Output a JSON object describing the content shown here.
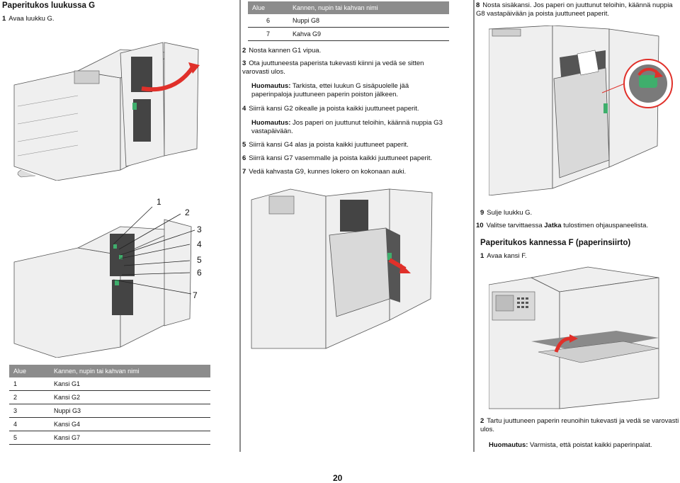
{
  "left": {
    "heading": "Paperitukos luukussa G",
    "step1": {
      "num": "1",
      "text": "Avaa luukku G."
    },
    "callouts": [
      "1",
      "2",
      "3",
      "4",
      "5",
      "6",
      "7"
    ],
    "table": {
      "headers": [
        "Alue",
        "Kannen, nupin tai kahvan nimi"
      ],
      "rows": [
        [
          "1",
          "Kansi G1"
        ],
        [
          "2",
          "Kansi G2"
        ],
        [
          "3",
          "Nuppi G3"
        ],
        [
          "4",
          "Kansi G4"
        ],
        [
          "5",
          "Kansi G7"
        ]
      ]
    }
  },
  "middle": {
    "table": {
      "headers": [
        "Alue",
        "Kannen, nupin tai kahvan nimi"
      ],
      "rows": [
        [
          "6",
          "Nuppi G8"
        ],
        [
          "7",
          "Kahva G9"
        ]
      ]
    },
    "step2": {
      "num": "2",
      "text": "Nosta kannen G1 vipua."
    },
    "step3": {
      "num": "3",
      "text": "Ota juuttuneesta paperista tukevasti kiinni ja vedä se sitten varovasti ulos."
    },
    "note1": {
      "label": "Huomautus:",
      "text": " Tarkista, ettei luukun G sisäpuolelle jää paperinpaloja juuttuneen paperin poiston jälkeen."
    },
    "step4": {
      "num": "4",
      "text": "Siirrä kansi G2 oikealle ja poista kaikki juuttuneet paperit."
    },
    "note2": {
      "label": "Huomautus:",
      "text": " Jos paperi on juuttunut teloihin, käännä nuppia G3 vastapäivään."
    },
    "step5": {
      "num": "5",
      "text": "Siirrä kansi G4 alas ja poista kaikki juuttuneet paperit."
    },
    "step6": {
      "num": "6",
      "text": "Siirrä kansi G7 vasemmalle ja poista kaikki juuttuneet paperit."
    },
    "step7": {
      "num": "7",
      "text": "Vedä kahvasta G9, kunnes lokero on kokonaan auki."
    }
  },
  "right": {
    "step8": {
      "num": "8",
      "text": "Nosta sisäkansi. Jos paperi on juuttunut teloihin, käännä nuppia G8 vastapäivään ja poista juuttuneet paperit."
    },
    "step9": {
      "num": "9",
      "text": "Sulje luukku G."
    },
    "step10": {
      "num": "10",
      "text_pre": "Valitse tarvittaessa ",
      "text_bold": "Jatka",
      "text_post": " tulostimen ohjauspaneelista."
    },
    "heading2": "Paperitukos kannessa F (paperinsiirto)",
    "stepF1": {
      "num": "1",
      "text": "Avaa kansi F."
    },
    "stepF2": {
      "num": "2",
      "text": "Tartu juuttuneen paperin reunoihin tukevasti ja vedä se varovasti ulos."
    },
    "note3": {
      "label": "Huomautus:",
      "text": " Varmista, että poistat kaikki paperinpalat."
    }
  },
  "footer": {
    "page": "20"
  },
  "colors": {
    "rule": "#8a8a8a",
    "table_header": "#8c8c8c",
    "accent_green": "#3fae6c",
    "arrow_red": "#e0302a"
  }
}
